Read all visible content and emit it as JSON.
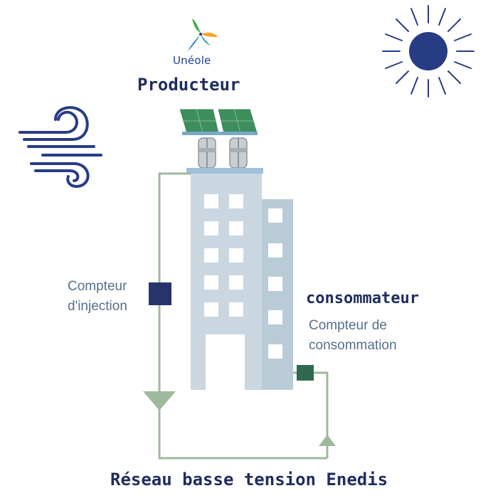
{
  "brand": {
    "name": "Unéole"
  },
  "producer": {
    "title": "Producteur"
  },
  "consumer": {
    "title": "consommateur",
    "meter_line1": "Compteur de",
    "meter_line2": "consommation"
  },
  "injection_meter": {
    "line1": "Compteur",
    "line2": "d'injection"
  },
  "network": {
    "label": "Réseau basse tension Enedis"
  },
  "icons": {
    "sun": "sun-icon",
    "wind": "wind-icon",
    "logo": "uneole-logo-icon",
    "solar_panels": "solar-panel-icon",
    "turbines": "wind-turbine-icon",
    "building": "building-icon"
  },
  "colors": {
    "navy": "#1f2d5e",
    "icon_blue": "#283c86",
    "meter_injection": "#27336b",
    "meter_consumption": "#2f6a50",
    "wire": "#9fb99c",
    "building_front": "#cad7e1",
    "building_side": "#b9cbd6",
    "panel": "#3e8d5d"
  }
}
